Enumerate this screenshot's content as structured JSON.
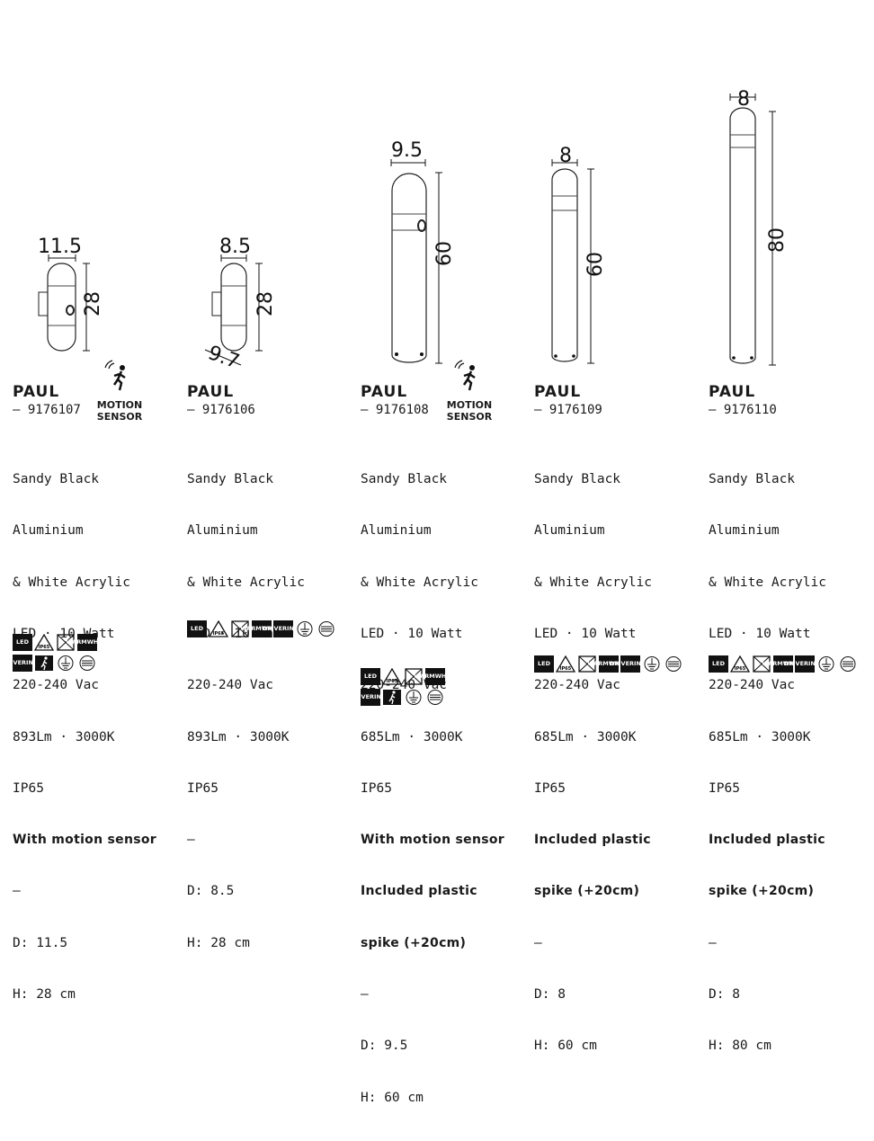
{
  "products": [
    {
      "name": "PAUL",
      "code": "— 9176107",
      "motion_sensor_badge": true,
      "specs": [
        "Sandy Black",
        "Aluminium",
        "& White Acrylic",
        "LED · 10 Watt",
        "220-240 Vac",
        "893Lm · 3000K",
        "IP65"
      ],
      "bold_lines": [
        "With motion sensor"
      ],
      "dash": "—",
      "dimensions": [
        "D: 11.5",
        "H: 28 cm"
      ],
      "dims_drawing": {
        "width": "11.5",
        "height": "28"
      }
    },
    {
      "name": "PAUL",
      "code": "— 9176106",
      "motion_sensor_badge": false,
      "specs": [
        "Sandy Black",
        "Aluminium",
        "& White Acrylic",
        "LED · 10 Watt",
        "220-240 Vac",
        "893Lm · 3000K",
        "IP65"
      ],
      "bold_lines": [],
      "dash": "—",
      "dimensions": [
        "D: 8.5",
        "H: 28 cm"
      ],
      "dims_drawing": {
        "width": "8.5",
        "height": "28",
        "depth": "9.7"
      }
    },
    {
      "name": "PAUL",
      "code": "— 9176108",
      "motion_sensor_badge": true,
      "specs": [
        "Sandy Black",
        "Aluminium",
        "& White Acrylic",
        "LED · 10 Watt",
        "220-240 Vac",
        "685Lm · 3000K",
        "IP65"
      ],
      "bold_lines": [
        "With motion sensor",
        "Included plastic",
        "spike (+20cm)"
      ],
      "dash": "—",
      "dimensions": [
        "D: 9.5",
        "H: 60 cm"
      ],
      "dims_drawing": {
        "width": "9.5",
        "height": "60"
      }
    },
    {
      "name": "PAUL",
      "code": "— 9176109",
      "motion_sensor_badge": false,
      "specs": [
        "Sandy Black",
        "Aluminium",
        "& White Acrylic",
        "LED · 10 Watt",
        "220-240 Vac",
        "685Lm · 3000K",
        "IP65"
      ],
      "bold_lines": [
        "Included plastic",
        "spike (+20cm)"
      ],
      "dash": "—",
      "dimensions": [
        "D: 8",
        "H: 60 cm"
      ],
      "dims_drawing": {
        "width": "8",
        "height": "60"
      }
    },
    {
      "name": "PAUL",
      "code": "— 9176110",
      "motion_sensor_badge": false,
      "specs": [
        "Sandy Black",
        "Aluminium",
        "& White Acrylic",
        "LED · 10 Watt",
        "220-240 Vac",
        "685Lm · 3000K",
        "IP65"
      ],
      "bold_lines": [
        "Included plastic",
        "spike (+20cm)"
      ],
      "dash": "—",
      "dimensions": [
        "D: 8",
        "H: 80 cm"
      ],
      "dims_drawing": {
        "width": "8",
        "height": "80"
      }
    }
  ],
  "motion_label": [
    "MOTION",
    "SENSOR"
  ],
  "icons": {
    "led": "LED",
    "ip": "IP65",
    "warm_white": [
      "WARM",
      "WHITE"
    ],
    "driver": [
      "DRIVER",
      "INCL."
    ]
  }
}
